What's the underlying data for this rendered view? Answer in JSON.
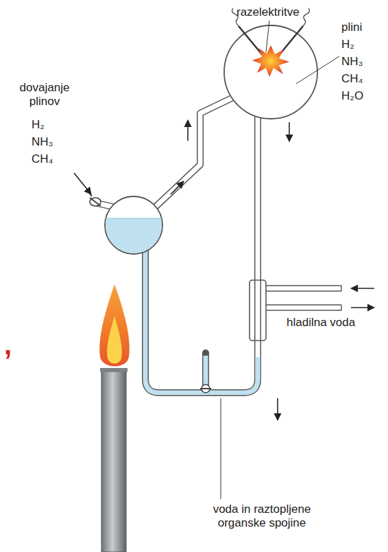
{
  "diagram": {
    "labels": [
      "razelektritve",
      "plini",
      "H₂",
      "NH₃",
      "CH₄",
      "H₂O",
      "dovajanje plinov",
      "H₂",
      "NH₃",
      "CH₄",
      "hladilna voda",
      "voda in raztopljene organske spojine",
      ","
    ]
  }
}
